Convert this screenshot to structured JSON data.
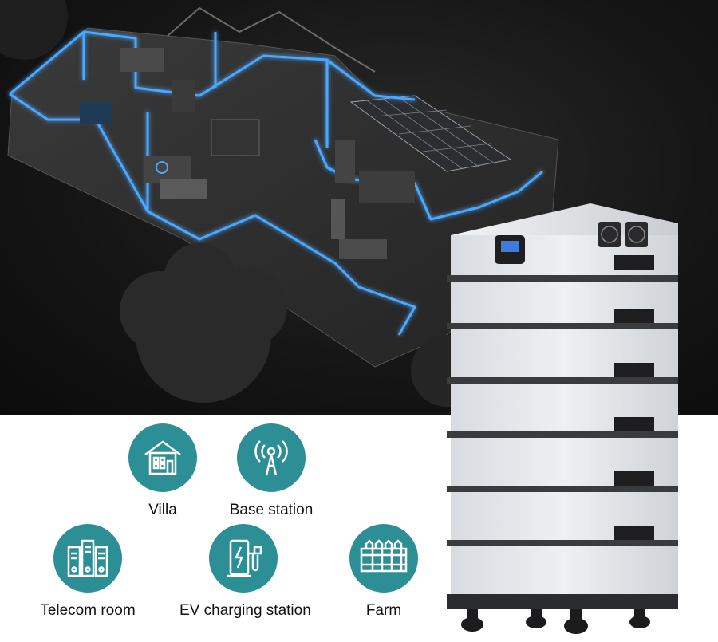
{
  "applications": [
    {
      "label": "Villa",
      "icon": "villa-icon"
    },
    {
      "label": "Base station",
      "icon": "antenna-icon"
    },
    {
      "label": "Telecom room",
      "icon": "server-racks-icon"
    },
    {
      "label": "EV charging station",
      "icon": "ev-charger-icon"
    },
    {
      "label": "Farm",
      "icon": "fence-icon"
    }
  ],
  "colors": {
    "icon_circle": "#2d8f96",
    "background_dark": "#151515",
    "glow_blue": "#4aa8ff",
    "battery_body": "#e4e6ea",
    "battery_seam": "#3a3b3f"
  }
}
